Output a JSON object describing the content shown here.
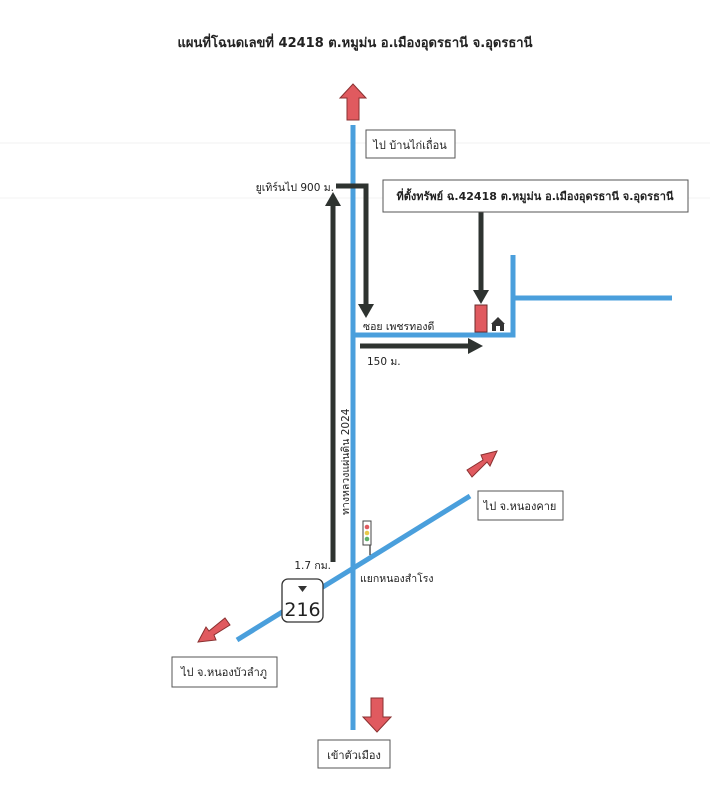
{
  "title": "แผนที่โฉนดเลขที่ 42418 ต.หมูม่น อ.เมืองอุดรธานี จ.อุดรธานี",
  "labels": {
    "north_dest": "ไป บ้านไก่เถื่อน",
    "uturn": "ยูเทิร์นไป 900 ม.",
    "property": "ที่ตั้งทรัพย์ ฉ.42418 ต.หมูม่น อ.เมืองอุดรธานี จ.อุดรธานี",
    "soi": "ซอย เพชรทองดี",
    "soi_distance": "150 ม.",
    "highway": "ทางหลวงแผ่นดิน 2024",
    "distance_km": "1.7 กม.",
    "junction": "แยกหนองสำโรง",
    "route_number": "216",
    "northeast_dest": "ไป จ.หนองคาย",
    "southwest_dest": "ไป จ.หนองบัวลำภู",
    "south_dest": "เข้าตัวเมือง"
  },
  "colors": {
    "road": "#4a9fdc",
    "arrow_red": "#e05a5f",
    "arrow_dark": "#2e3330",
    "property": "#e05a5f"
  }
}
